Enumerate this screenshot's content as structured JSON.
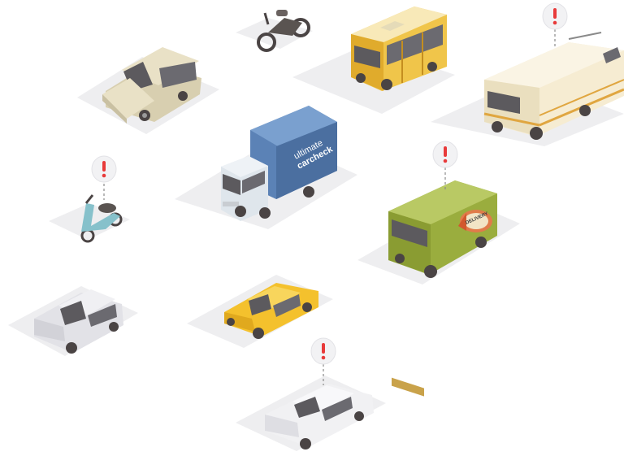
{
  "truck": {
    "brand_line1": "ultimate",
    "brand_line2": "carcheck"
  },
  "delivery_van": {
    "sign_text": "DELIVERY"
  },
  "vehicles": [
    {
      "name": "station-wagon",
      "color": "#e9e1c6",
      "alert": false
    },
    {
      "name": "motorcycle",
      "color": "#5a5451",
      "alert": false
    },
    {
      "name": "minibus",
      "color": "#f0c54a",
      "alert": false
    },
    {
      "name": "motorhome",
      "color": "#f6ecd2",
      "alert": true
    },
    {
      "name": "box-truck",
      "color": "#5b82b6",
      "alert": false
    },
    {
      "name": "scooter",
      "color": "#86c1cb",
      "alert": true
    },
    {
      "name": "delivery-van",
      "color": "#9aad3e",
      "alert": true
    },
    {
      "name": "hatchback",
      "color": "#e2e2e7",
      "alert": false
    },
    {
      "name": "yellow-sedan",
      "color": "#f4c12d",
      "alert": false
    },
    {
      "name": "white-sedan",
      "color": "#f1f1f3",
      "alert": true
    }
  ],
  "colors": {
    "shadow": "#eeeef0",
    "alert_badge": "#f2f2f4",
    "alert_mark": "#e83a3a",
    "wheel": "#4a4444",
    "window": "#5c5a5e"
  },
  "alert_icon": "exclamation-alert-icon"
}
